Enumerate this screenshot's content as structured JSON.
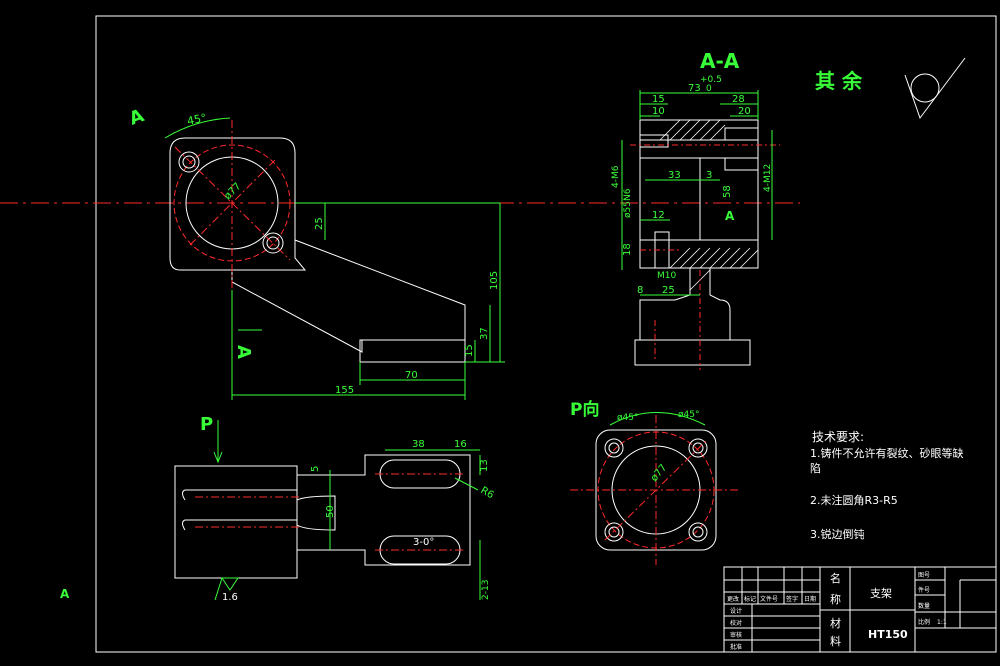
{
  "views": {
    "section_title": "A-A",
    "arrow_label_left": "A",
    "arrow_label_bottom": "A",
    "p_label": "P",
    "p_view_title": "P向",
    "section_marker": "A",
    "corner_label": "A"
  },
  "roughness": {
    "label": "其  余"
  },
  "dims_front": {
    "angle": "45°",
    "dia": "ø77",
    "d25": "25",
    "d105": "105",
    "d37": "37",
    "d15": "15",
    "d70": "70",
    "d155": "155"
  },
  "dims_section": {
    "tol": "+0.5",
    "tol0": "0",
    "d73": "73",
    "d15": "15",
    "d28": "28",
    "d10": "10",
    "d20": "20",
    "m6": "4-M6",
    "m12": "4-M12",
    "d33": "33",
    "d3": "3",
    "d58": "58",
    "n6": "ø55N6",
    "d12": "12",
    "d18": "18",
    "m10": "M10",
    "d8": "8",
    "d25": "25"
  },
  "dims_top": {
    "d38": "38",
    "d16": "16",
    "d5": "5",
    "d13": "13",
    "r6": "R6",
    "d50": "50",
    "angle": "3-0°",
    "d13b": "2-13",
    "roughness": "1.6"
  },
  "dims_p": {
    "a1": "ø45°",
    "a2": "ø45°",
    "dia": "ø77"
  },
  "tech": {
    "title": "技术要求:",
    "item1a": "1.铸件不允许有裂纹、砂眼等缺",
    "item1b": "陷",
    "item2": "2.未注圆角R3-R5",
    "item3": "3.锐边倒钝"
  },
  "title_block": {
    "name_label_1": "名",
    "name_label_2": "称",
    "name_value": "支架",
    "material_label_1": "材",
    "material_label_2": "料",
    "material_value": "HT150",
    "r_drawing_no": "图号",
    "r_quantity": "件号",
    "r_qty2": "数量",
    "r_scale": "比例",
    "r_scale_val": "1:1",
    "rev_headers": [
      "更改",
      "标记",
      "文件号",
      "签字",
      "日期"
    ],
    "row_design": "设计",
    "row_check": "校对",
    "row_review": "审核",
    "row_approve": "批准"
  }
}
